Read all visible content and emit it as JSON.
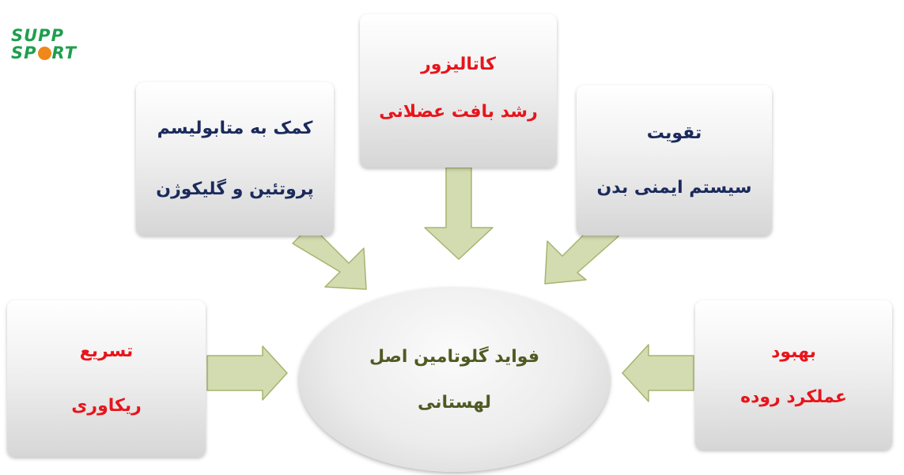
{
  "logo": {
    "line1": "SUPP",
    "line2_start": "SP",
    "line2_end": "RT"
  },
  "center": {
    "line1": "فواید گلوتامین اصل",
    "line2": "لهستانی"
  },
  "boxes": {
    "catalyze": {
      "line1": "کاتالیزور",
      "line2": "رشد بافت عضلانی"
    },
    "metabolism": {
      "line1": "کمک به متابولیسم",
      "line2": "پروتئین و گلیکوژن"
    },
    "immune": {
      "line1": "تقویت",
      "line2": "سیستم ایمنی بدن"
    },
    "recovery": {
      "line1": "تسریع",
      "line2": "ریکاوری"
    },
    "gut": {
      "line1": "بهبود",
      "line2": "عملکرد روده"
    }
  },
  "colors": {
    "logo_green": "#1f9e4e",
    "logo_orange": "#f0871a",
    "red_text": "#e8141b",
    "blue_text": "#1a2a5c",
    "center_text": "#4f5a22",
    "arrow_fill": "#d3dcb0",
    "arrow_stroke": "#a6b36e"
  }
}
